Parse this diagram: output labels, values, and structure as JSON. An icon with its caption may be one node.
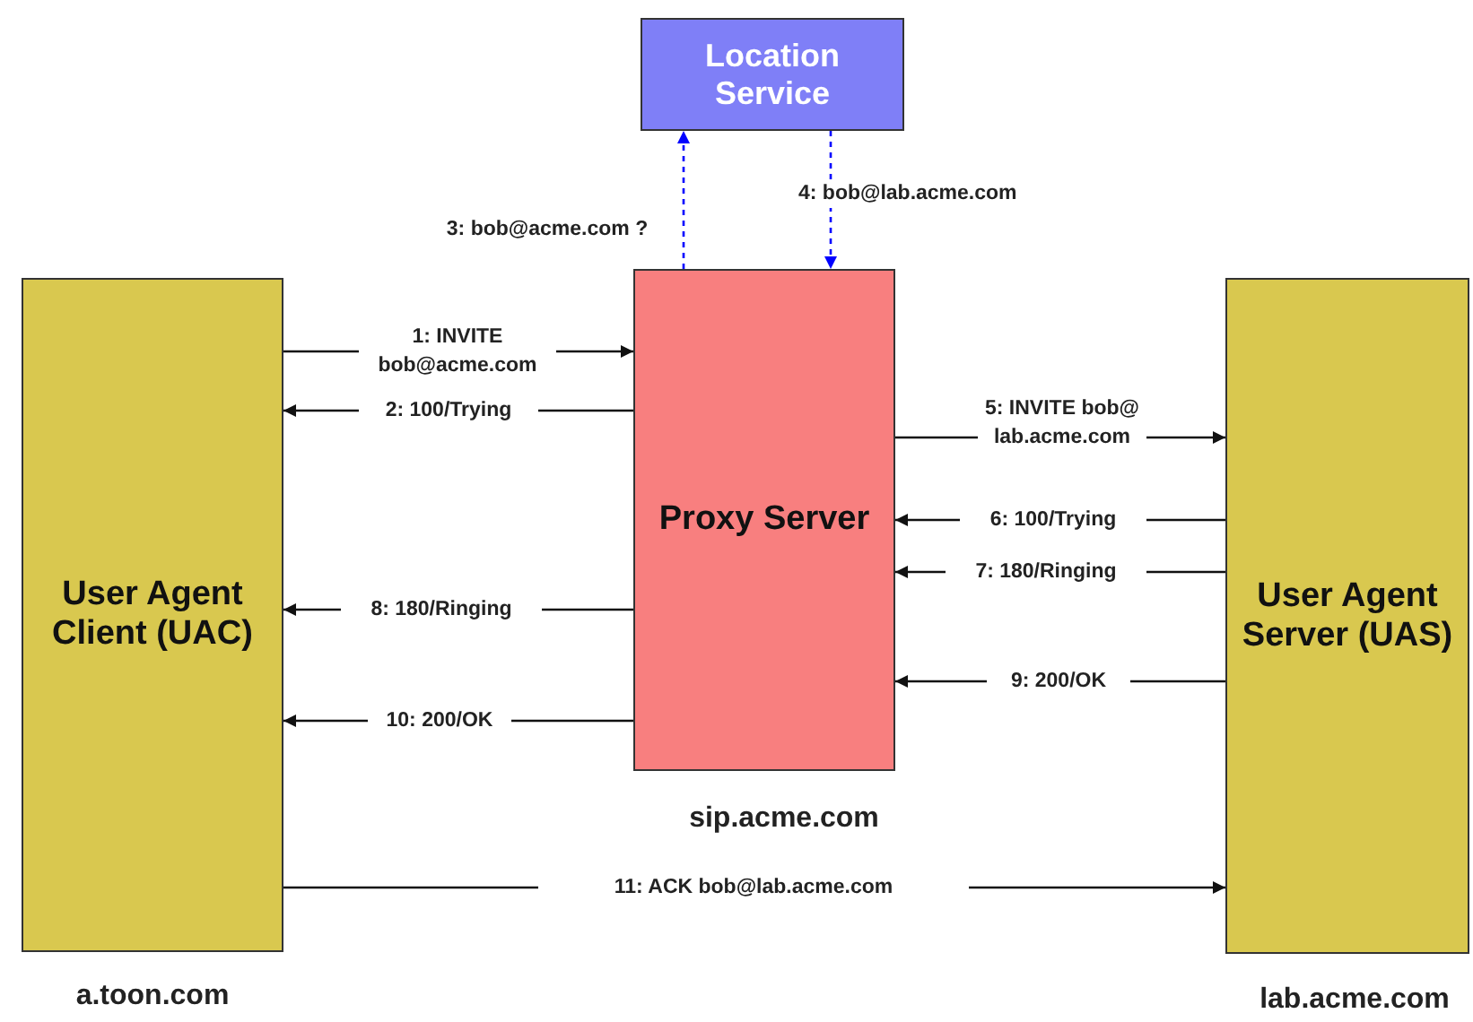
{
  "diagram": {
    "nodes": [
      {
        "text": [
          "Location Service"
        ]
      },
      {
        "text": [
          "User Agent Client (UAC)"
        ],
        "beside": [
          "a.toon.com"
        ]
      },
      {
        "text": [
          "Proxy Server"
        ],
        "beside": [
          "sip.acme.com"
        ]
      },
      {
        "text": [
          "User Agent Server (UAS)"
        ],
        "beside": [
          "lab.acme.com"
        ]
      }
    ],
    "edges": [
      {
        "from": 1,
        "to": 2,
        "arrow": "to",
        "label": "1: INVITE bob@acme.com"
      },
      {
        "from": 2,
        "to": 1,
        "arrow": "to",
        "label": "2: 100/Trying"
      },
      {
        "from": 2,
        "to": 0,
        "arrow": "to",
        "label": "3: bob@acme.com ?",
        "style": "dashed",
        "color": "#0000ff"
      },
      {
        "from": 0,
        "to": 2,
        "arrow": "to",
        "label": "4: bob@lab.acme.com",
        "style": "dashed",
        "color": "#0000ff"
      },
      {
        "from": 2,
        "to": 3,
        "arrow": "to",
        "label": "5: INVITE bob@ lab.acme.com"
      },
      {
        "from": 3,
        "to": 2,
        "arrow": "to",
        "label": "6: 100/Trying"
      },
      {
        "from": 3,
        "to": 2,
        "arrow": "to",
        "label": "7: 180/Ringing"
      },
      {
        "from": 2,
        "to": 1,
        "arrow": "to",
        "label": "8: 180/Ringing"
      },
      {
        "from": 3,
        "to": 2,
        "arrow": "to",
        "label": "9: 200/OK"
      },
      {
        "from": 2,
        "to": 1,
        "arrow": "to",
        "label": "10: 200/OK"
      },
      {
        "from": 1,
        "to": 3,
        "arrow": "to",
        "label": "11: ACK bob@lab.acme.com"
      }
    ]
  }
}
